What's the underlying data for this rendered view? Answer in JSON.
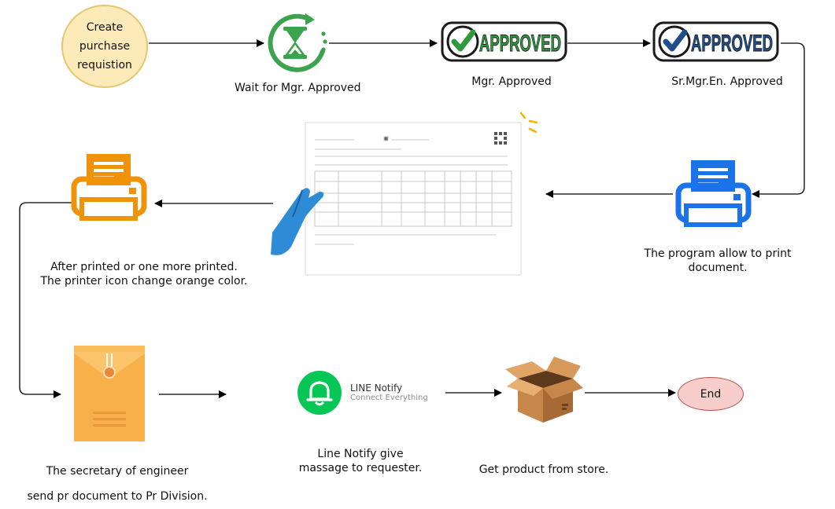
{
  "start_node": {
    "lines": [
      "Create",
      "purchase",
      "requistion"
    ]
  },
  "wait_label": "Wait for Mgr. Approved",
  "mgr_stamp": {
    "text": "APPROVED",
    "color": "#2e9a3c"
  },
  "mgr_label": "Mgr. Approved",
  "sr_stamp": {
    "text": "APPROVED",
    "color": "#1f4f8a"
  },
  "sr_label": "Sr.Mgr.En. Approved",
  "print_label": [
    "The program allow to print",
    "document."
  ],
  "orange_label": [
    "After printed or one more printed.",
    "The printer icon change orange color."
  ],
  "secretary_label": [
    "The secretary of engineer",
    "send pr document to Pr Division."
  ],
  "line_notify": {
    "name": "LINE Notify",
    "tagline": "Connect Everything"
  },
  "line_label": [
    "Line Notify give",
    "massage to requester."
  ],
  "store_label": "Get product from store.",
  "end_node": "End",
  "colors": {
    "printer_blue": "#1a73e8",
    "printer_orange": "#f0920a",
    "line_green": "#06c755",
    "envelope": "#f7b04a"
  }
}
